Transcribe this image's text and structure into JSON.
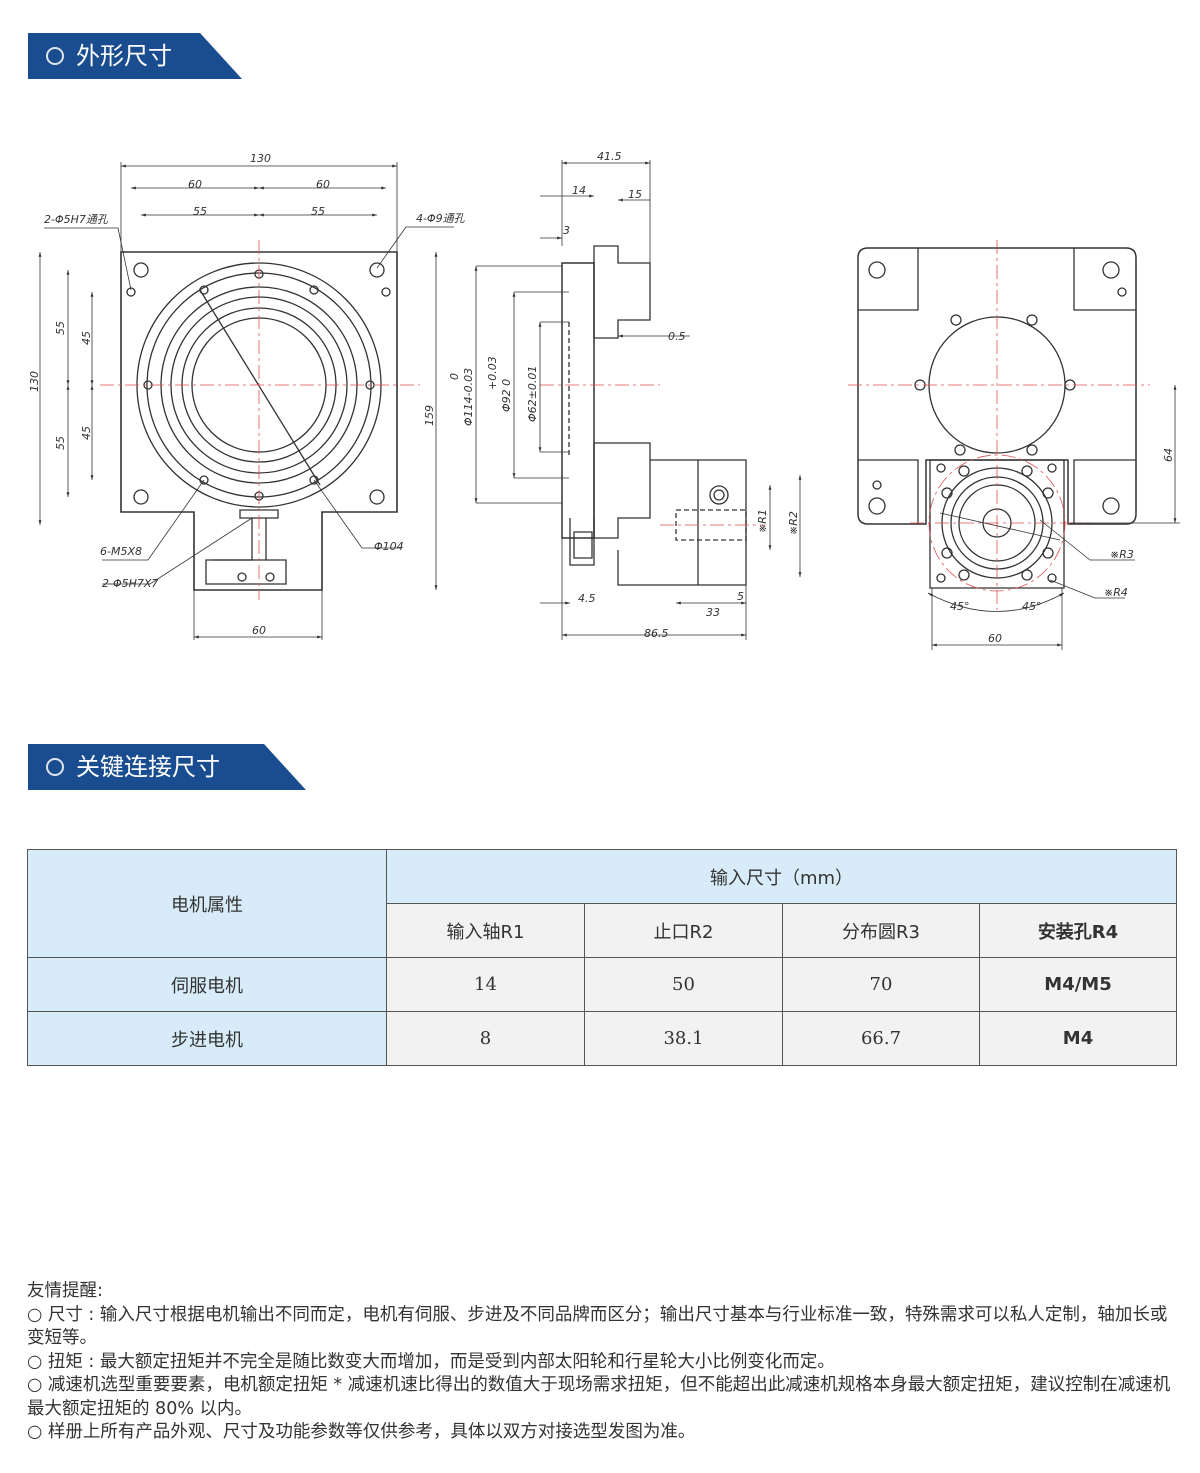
{
  "sections": {
    "outline_title": "外形尺寸",
    "connection_title": "关键连接尺寸"
  },
  "colors": {
    "banner": "#1a4d8f",
    "table_header": "#d7ecf8",
    "table_cell": "#f2f2f2"
  },
  "drawing": {
    "front": {
      "dims": [
        "130",
        "60",
        "60",
        "55",
        "55",
        "130",
        "55",
        "45",
        "55",
        "45",
        "159",
        "60"
      ],
      "notes": [
        "2-Φ5H7通孔",
        "4-Φ9通孔",
        "6-M5X8",
        "2-Φ5H7X7",
        "Φ104"
      ]
    },
    "side": {
      "dims": [
        "41.5",
        "14",
        "15",
        "3",
        "0.5",
        "4.5",
        "86.5",
        "33",
        "5",
        "0",
        "Φ114-0.03",
        "+0.03",
        "Φ92 0",
        "Φ62±0.01",
        "※R1",
        "※R2"
      ]
    },
    "rear": {
      "dims": [
        "64",
        "※R3",
        "※R4",
        "45°",
        "45°",
        "60"
      ]
    }
  },
  "table": {
    "corner_header": "电机属性",
    "group_header": "输入尺寸（mm）",
    "columns": [
      "输入轴R1",
      "止口R2",
      "分布圆R3",
      "安装孔R4"
    ],
    "rows": [
      {
        "label": "伺服电机",
        "values": [
          "14",
          "50",
          "70",
          "M4/M5"
        ]
      },
      {
        "label": "步进电机",
        "values": [
          "8",
          "38.1",
          "66.7",
          "M4"
        ]
      }
    ]
  },
  "notes": {
    "title": "友情提醒:",
    "items": [
      "○ 尺寸 : 输入尺寸根据电机输出不同而定，电机有伺服、步进及不同品牌而区分；输出尺寸基本与行业标准一致，特殊需求可以私人定制，轴加长或变短等。",
      "○ 扭矩 : 最大额定扭矩并不完全是随比数变大而增加，而是受到内部太阳轮和行星轮大小比例变化而定。",
      "○ 减速机选型重要要素，电机额定扭矩 * 减速机速比得出的数值大于现场需求扭矩，但不能超出此减速机规格本身最大额定扭矩，建议控制在减速机最大额定扭矩的 80% 以内。",
      "○ 样册上所有产品外观、尺寸及功能参数等仅供参考，具体以双方对接选型发图为准。"
    ]
  }
}
